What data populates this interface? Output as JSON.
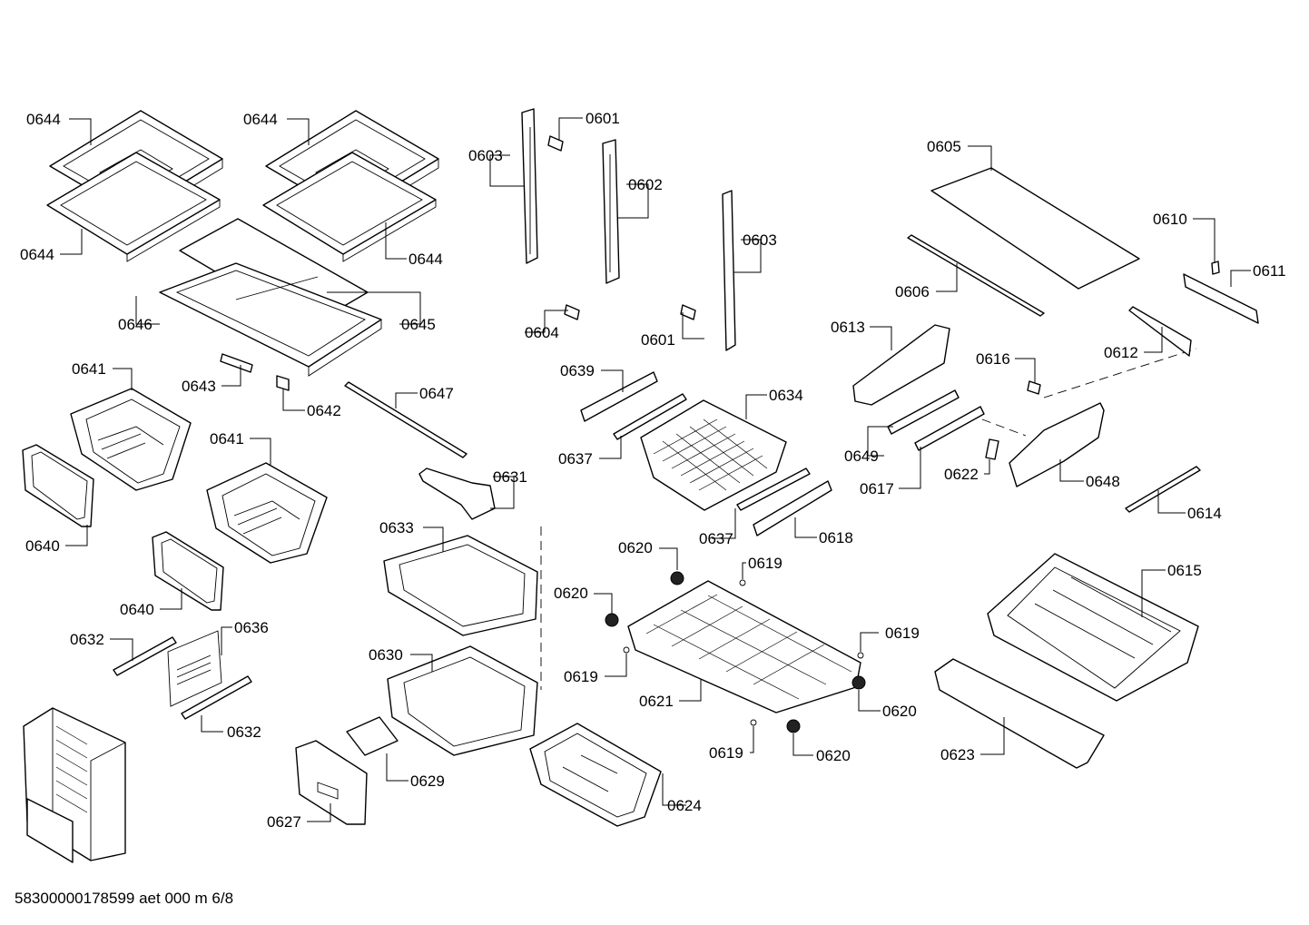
{
  "labels": {
    "l0644a": "0644",
    "l0644b": "0644",
    "l0644c": "0644",
    "l0644d": "0644",
    "l0646": "0646",
    "l0645": "0645",
    "l0643": "0643",
    "l0642": "0642",
    "l0641a": "0641",
    "l0641b": "0641",
    "l0640a": "0640",
    "l0640b": "0640",
    "l0647": "0647",
    "l0632a": "0632",
    "l0632b": "0632",
    "l0636": "0636",
    "l0603a": "0603",
    "l0601a": "0601",
    "l0602": "0602",
    "l0604": "0604",
    "l0603b": "0603",
    "l0601b": "0601",
    "l0631": "0631",
    "l0633": "0633",
    "l0630": "0630",
    "l0629": "0629",
    "l0627": "0627",
    "l0639": "0639",
    "l0637a": "0637",
    "l0634": "0634",
    "l0637b": "0637",
    "l0618": "0618",
    "l0620a": "0620",
    "l0619a": "0619",
    "l0620b": "0620",
    "l0619b": "0619",
    "l0619c": "0619",
    "l0621": "0621",
    "l0620c": "0620",
    "l0619d": "0619",
    "l0620d": "0620",
    "l0624": "0624",
    "l0605": "0605",
    "l0606": "0606",
    "l0610": "0610",
    "l0611": "0611",
    "l0612": "0612",
    "l0613": "0613",
    "l0616": "0616",
    "l0649": "0649",
    "l0617": "0617",
    "l0622": "0622",
    "l0648": "0648",
    "l0614": "0614",
    "l0615": "0615",
    "l0623": "0623"
  },
  "footer": "58300000178599 aet 000 m 6/8"
}
